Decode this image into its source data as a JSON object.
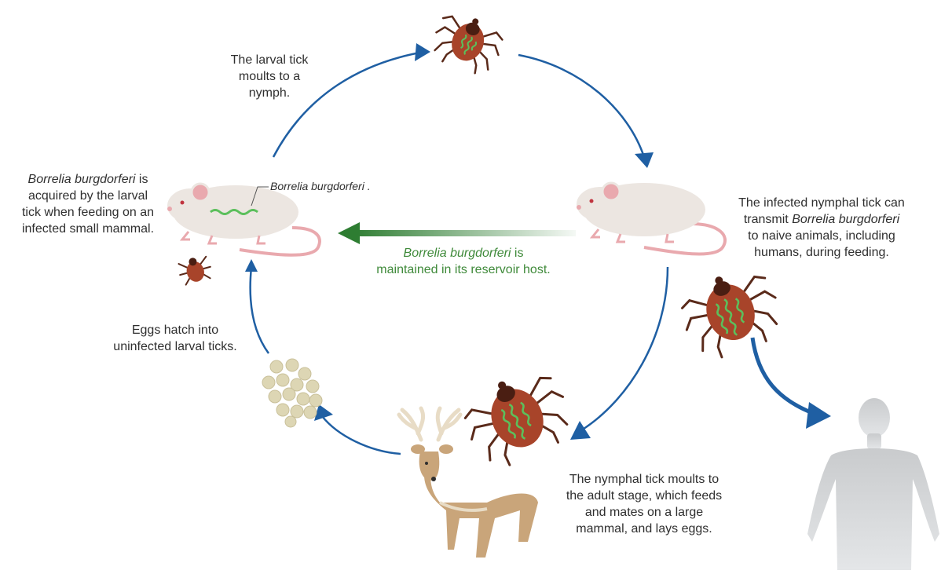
{
  "labels": {
    "larval_moult": [
      "The larval tick",
      "moults to a",
      "nymph."
    ],
    "acquired": {
      "italic": "Borrelia burgdorferi",
      "rest1": " is",
      "lines": [
        "acquired by the larval",
        "tick when feeding on an",
        "infected small mammal."
      ]
    },
    "pointer_label": "Borrelia burgdorferi .",
    "reservoir": {
      "italic": "Borrelia burgdorferi",
      "rest": " is",
      "line2": "maintained in its reservoir host."
    },
    "transmit": {
      "line1": "The infected nymphal tick can",
      "line2_pre": "transmit ",
      "line2_it": "Borrelia burgdorferi",
      "line3": "to naive animals, including",
      "line4": "humans, during feeding."
    },
    "eggs": [
      "Eggs hatch into",
      "uninfected larval ticks."
    ],
    "adult": [
      "The nymphal tick moults to",
      "the adult stage, which feeds",
      "and mates on a large",
      "mammal, and lays eggs."
    ]
  },
  "colors": {
    "cycle_arrow": "#1f5fa3",
    "reservoir_arrow": "#2e7d32",
    "reservoir_text": "#3f8a3a",
    "tick_body": "#a8442a",
    "tick_legs": "#5a2a1a",
    "bacteria": "#5cbf5c",
    "mouse_fur": "#ece6e1",
    "mouse_skin": "#e9a9ae",
    "deer_fur": "#c9a57a",
    "antler": "#e8dcc6",
    "egg": "#ddd6b4",
    "human": "#d5d7d9"
  },
  "icons": [
    "nymph-tick-icon",
    "mouse-icon",
    "larval-tick-icon",
    "eggs-icon",
    "deer-icon",
    "adult-tick-icon",
    "human-icon"
  ]
}
